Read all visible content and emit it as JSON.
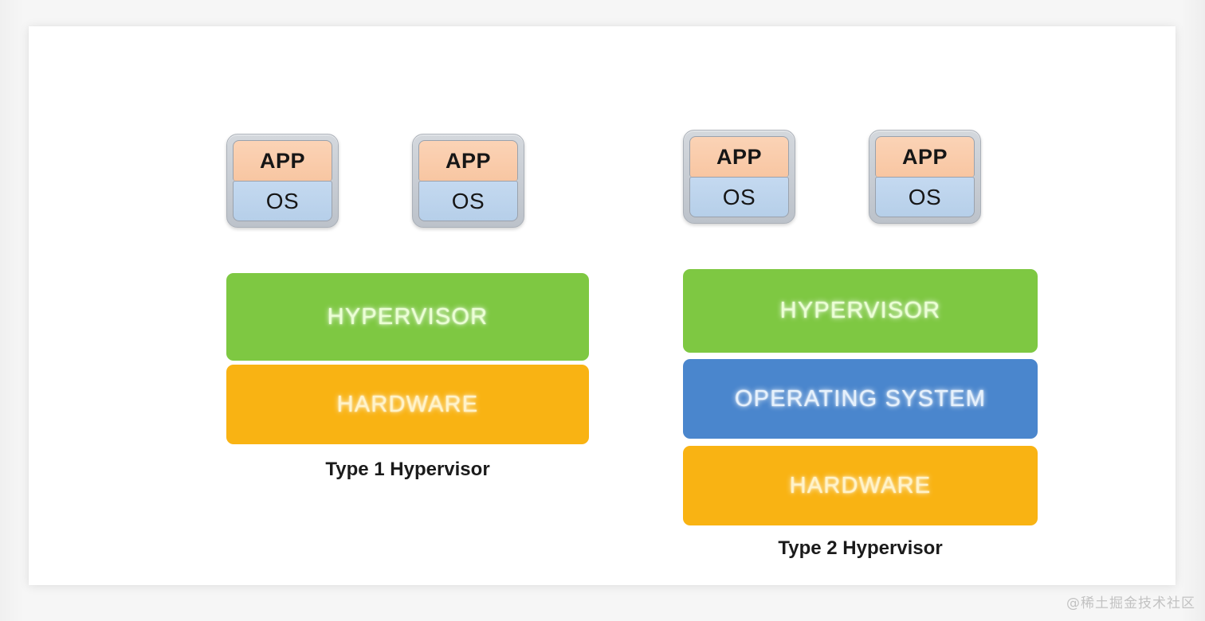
{
  "canvas": {
    "background_color": "#f3f3f3",
    "card_color": "#ffffff"
  },
  "palette": {
    "hypervisor_green": "#7ec842",
    "hardware_orange": "#f9b313",
    "operating_system_blue": "#4a86cd",
    "app_peach": "#f8c6a2",
    "os_light_blue": "#b6cfe9",
    "vm_frame_gray": "#c7ccd3",
    "bar_text": "#fff3c9",
    "caption_text": "#1b1b1b"
  },
  "diagram": {
    "type": "architecture-comparison",
    "panels": [
      {
        "id": "type1",
        "caption": "Type 1 Hypervisor",
        "vms": [
          {
            "app_label": "APP",
            "os_label": "OS"
          },
          {
            "app_label": "APP",
            "os_label": "OS"
          }
        ],
        "layers": [
          {
            "label": "HYPERVISOR",
            "color": "#7ec842"
          },
          {
            "label": "HARDWARE",
            "color": "#f9b313"
          }
        ]
      },
      {
        "id": "type2",
        "caption": "Type 2 Hypervisor",
        "vms": [
          {
            "app_label": "APP",
            "os_label": "OS"
          },
          {
            "app_label": "APP",
            "os_label": "OS"
          }
        ],
        "layers": [
          {
            "label": "HYPERVISOR",
            "color": "#7ec842"
          },
          {
            "label": "OPERATING SYSTEM",
            "color": "#4a86cd"
          },
          {
            "label": "HARDWARE",
            "color": "#f9b313"
          }
        ]
      }
    ]
  },
  "watermark": {
    "text": "@稀土掘金技术社区"
  }
}
